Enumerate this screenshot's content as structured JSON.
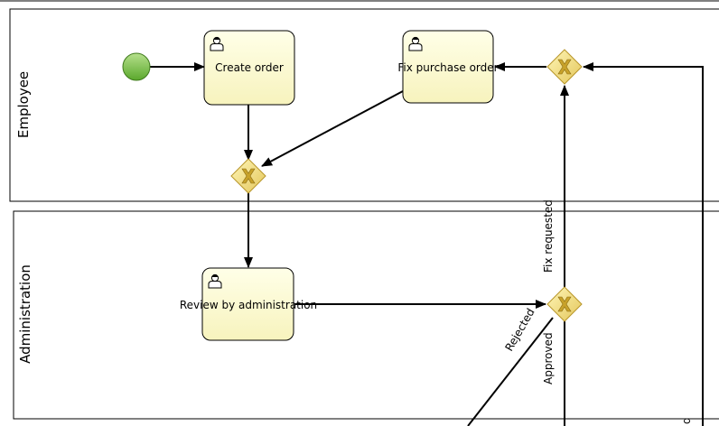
{
  "diagram": {
    "lanes": [
      {
        "id": "lane-employee",
        "label": "Employee"
      },
      {
        "id": "lane-administration",
        "label": "Administration"
      }
    ],
    "tasks": [
      {
        "id": "task-create-order",
        "label": "Create order",
        "type": "user-task"
      },
      {
        "id": "task-fix-purchase-order",
        "label": "Fix purchase order",
        "type": "user-task"
      },
      {
        "id": "task-review",
        "label": "Review by administration",
        "type": "user-task"
      }
    ],
    "events": [
      {
        "id": "start-event",
        "type": "start"
      }
    ],
    "gateways": [
      {
        "id": "gateway-merge",
        "type": "exclusive"
      },
      {
        "id": "gateway-fix",
        "type": "exclusive"
      },
      {
        "id": "gateway-decision",
        "type": "exclusive"
      }
    ],
    "flow_labels": {
      "fix_requested": "Fix requested",
      "rejected": "Rejected",
      "approved": "Approved",
      "partial_right": "d"
    },
    "colors": {
      "task_fill": "#ffffcc",
      "gateway_fill": "#f0dc7c",
      "start_fill": "#7cc144"
    },
    "icons": {
      "task": "user-icon",
      "gateway": "x-mark-icon",
      "start": "start-circle"
    }
  }
}
